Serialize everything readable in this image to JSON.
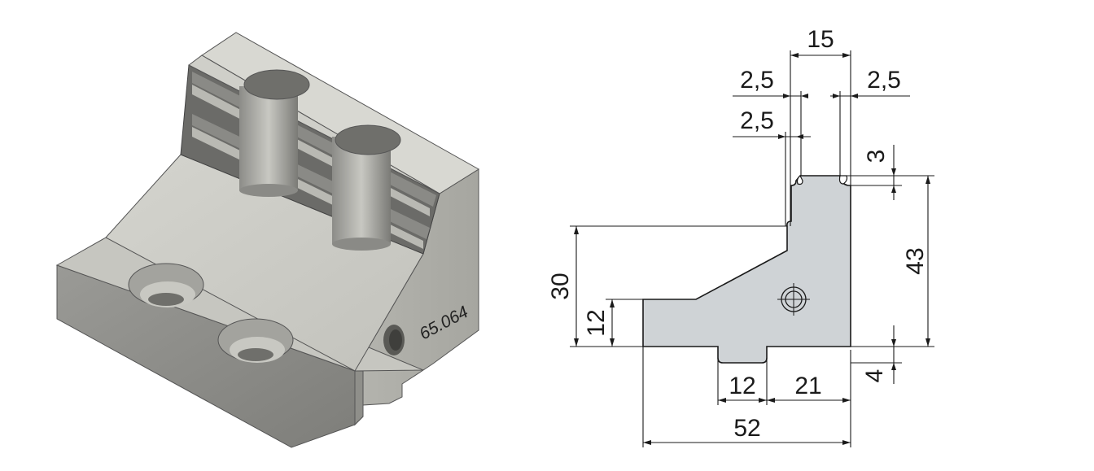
{
  "part_marking": "65.064",
  "dimensions": {
    "top_width": "15",
    "groove_left": "2,5",
    "groove_right": "2,5",
    "groove_inner": "2,5",
    "groove_depth_top": "3",
    "total_height": "43",
    "height_30": "30",
    "height_12": "12",
    "bottom_12": "12",
    "bottom_21": "21",
    "groove_depth_bottom": "4",
    "total_width": "52"
  },
  "colors": {
    "profile_fill": "#cfd3d6",
    "line": "#1a1a1a"
  }
}
